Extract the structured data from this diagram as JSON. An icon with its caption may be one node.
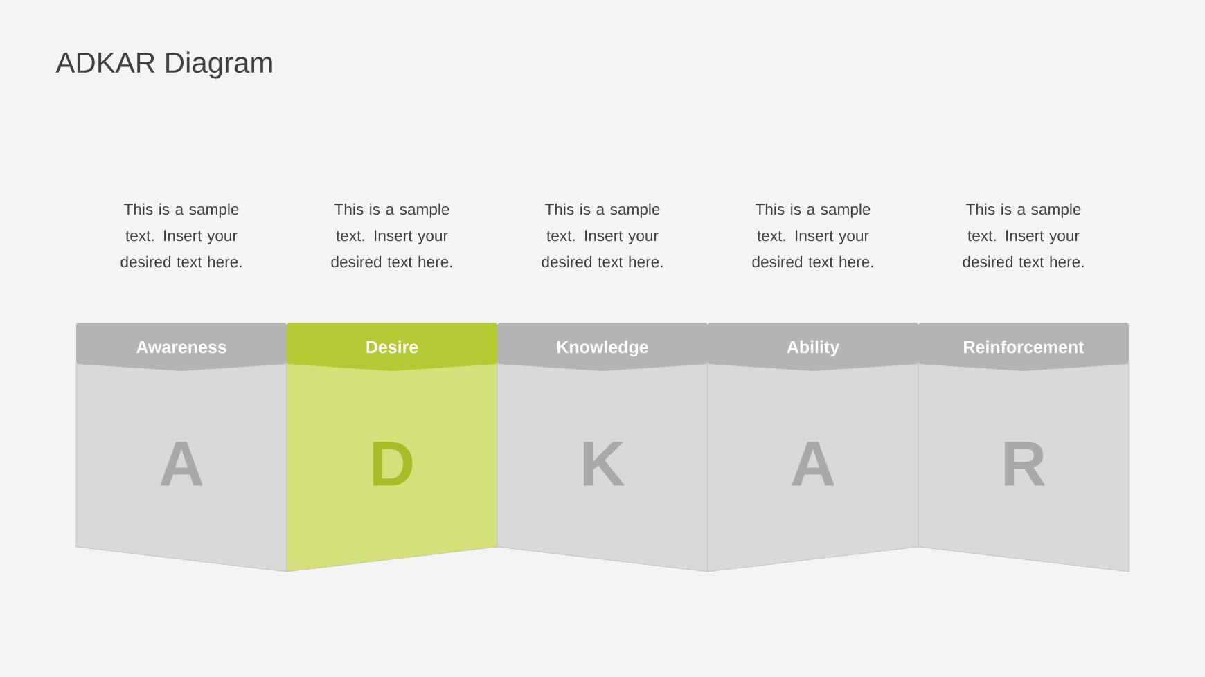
{
  "diagram": {
    "title": "ADKAR Diagram",
    "nodes": [
      {
        "text": [
          "Awareness",
          "A"
        ],
        "beside": [
          "This is a sample text.  Insert your desired text here."
        ]
      },
      {
        "text": [
          "Desire",
          "D"
        ],
        "beside": [
          "This is a sample text.  Insert your desired text here."
        ]
      },
      {
        "text": [
          "Knowledge",
          "K"
        ],
        "beside": [
          "This is a sample text.  Insert your desired text here."
        ]
      },
      {
        "text": [
          "Ability",
          "A"
        ],
        "beside": [
          "This is a sample text.  Insert your desired text here."
        ]
      },
      {
        "text": [
          "Reinforcement",
          "R"
        ],
        "beside": [
          "This is a sample text.  Insert your desired text here."
        ]
      }
    ]
  }
}
